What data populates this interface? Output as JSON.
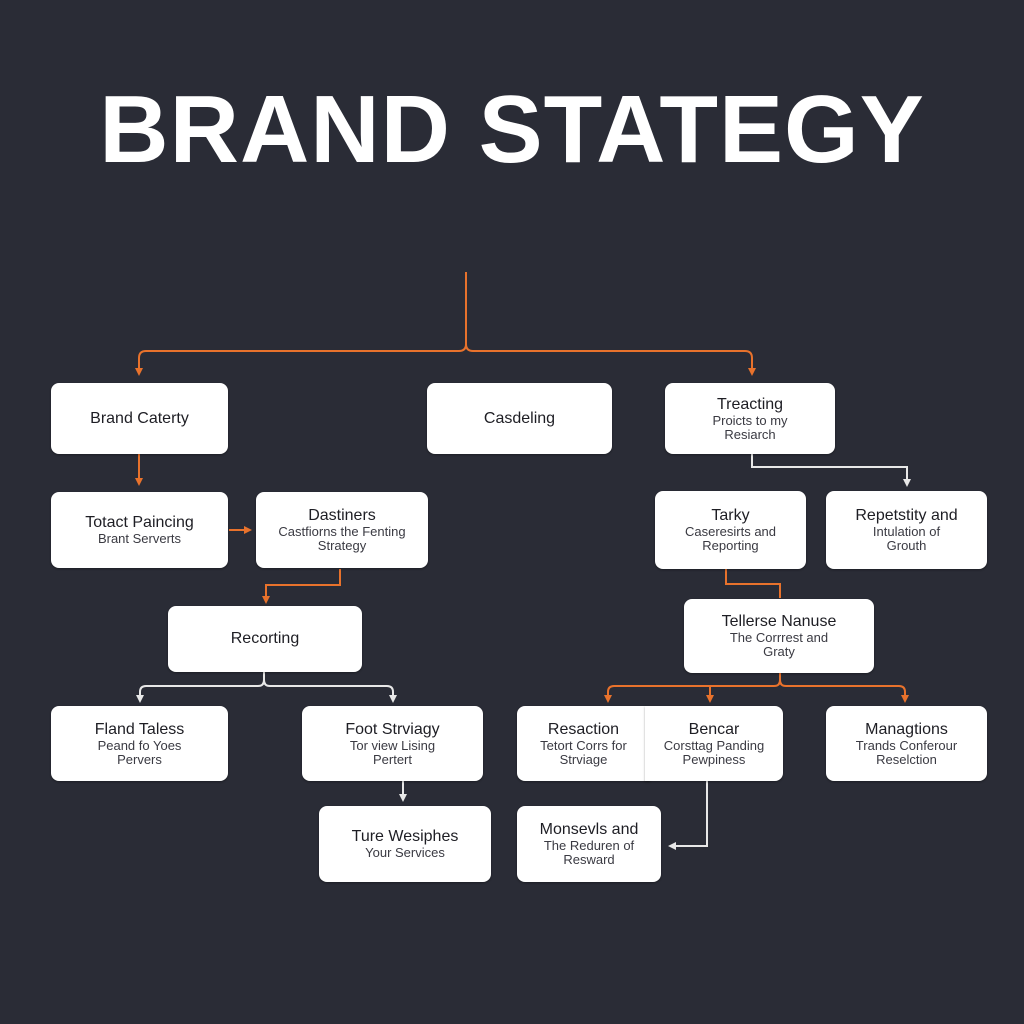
{
  "title": "BRAND STATEGY",
  "colors": {
    "background": "#2a2c36",
    "accent": "#e8722c",
    "link_light": "#e8e8e8",
    "node": "#ffffff"
  },
  "nodes": {
    "brand_caterty": {
      "title": "Brand Caterty"
    },
    "casdeling": {
      "title": "Casdeling"
    },
    "treacting": {
      "title": "Treacting",
      "subtitle": "Proicts to my\nResiarch"
    },
    "totact_paincing": {
      "title": "Totact Paincing",
      "subtitle": "Brant Serverts"
    },
    "dastiners": {
      "title": "Dastiners",
      "subtitle": "Castfiorns the Fenting\nStrategy"
    },
    "tarky": {
      "title": "Tarky",
      "subtitle": "Caseresirts and\nReporting"
    },
    "repetstity": {
      "title": "Repetstity and",
      "subtitle": "Intulation of\nGrouth"
    },
    "recorting": {
      "title": "Recorting"
    },
    "tellerse_nanuse": {
      "title": "Tellerse Nanuse",
      "subtitle": "The Corrrest and\nGraty"
    },
    "fland_taless": {
      "title": "Fland Taless",
      "subtitle": "Peand fo Yoes\nPervers"
    },
    "foot_strviagy": {
      "title": "Foot Strviagy",
      "subtitle": "Tor view Lising\nPertert"
    },
    "resaction": {
      "title": "Resaction",
      "subtitle": "Tetort Corrs for\nStrviage"
    },
    "bencar": {
      "title": "Bencar",
      "subtitle": "Corsttag Panding\nPewpiness"
    },
    "managtions": {
      "title": "Managtions",
      "subtitle": "Trands Conferour\nReselction"
    },
    "ture_wesiphes": {
      "title": "Ture Wesiphes",
      "subtitle": "Your Services"
    },
    "monsevls": {
      "title": "Monsevls and",
      "subtitle": "The Reduren of\nResward"
    }
  }
}
